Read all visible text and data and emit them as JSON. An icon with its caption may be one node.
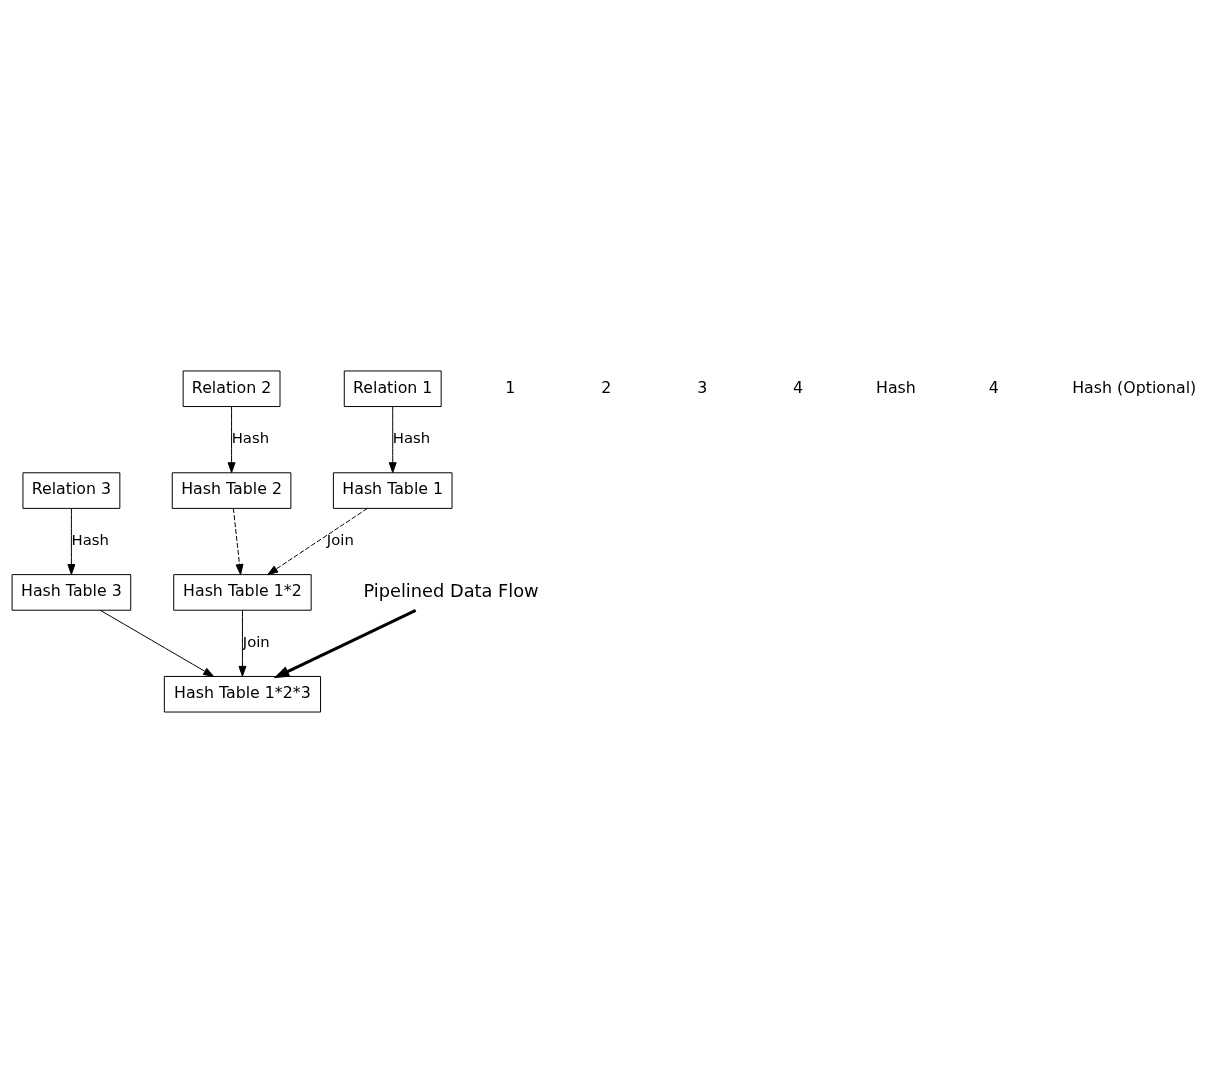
{
  "diagram": {
    "nodes": [
      {
        "text": [
          "Relation 1"
        ]
      },
      {
        "text": [
          "Relation 2"
        ]
      },
      {
        "text": [
          "Relation 3"
        ]
      },
      {
        "text": [
          "Hash Table 1"
        ]
      },
      {
        "text": [
          "Hash Table 2"
        ]
      },
      {
        "text": [
          "Hash Table 1*2"
        ]
      },
      {
        "text": [
          "Hash Table 3"
        ]
      },
      {
        "text": [
          "Hash Table 1*2*3"
        ]
      },
      {
        "text": [
          "Pipelined Data Flow"
        ]
      }
    ],
    "edges": [
      {
        "from": 0,
        "to": 3,
        "arrow": "to",
        "label": "Hash"
      },
      {
        "from": 1,
        "to": 4,
        "arrow": "to",
        "label": "Hash"
      },
      {
        "from": 2,
        "to": 6,
        "arrow": "to",
        "label": "Hash"
      },
      {
        "from": 3,
        "to": 5,
        "arrow": "to",
        "label": "Join",
        "style": "dashed"
      },
      {
        "from": 4,
        "to": 5,
        "arrow": "to",
        "style": "dashed"
      },
      {
        "from": 5,
        "to": 7,
        "arrow": "to",
        "label": "Join"
      },
      {
        "from": 6,
        "to": 7,
        "arrow": "to"
      },
      {
        "from": 8,
        "to": 7,
        "arrow": "to",
        "style": "thick"
      }
    ],
    "labels": [
      "1",
      "2",
      "3",
      "4",
      "Hash",
      "4",
      "Hash (Optional)"
    ]
  }
}
